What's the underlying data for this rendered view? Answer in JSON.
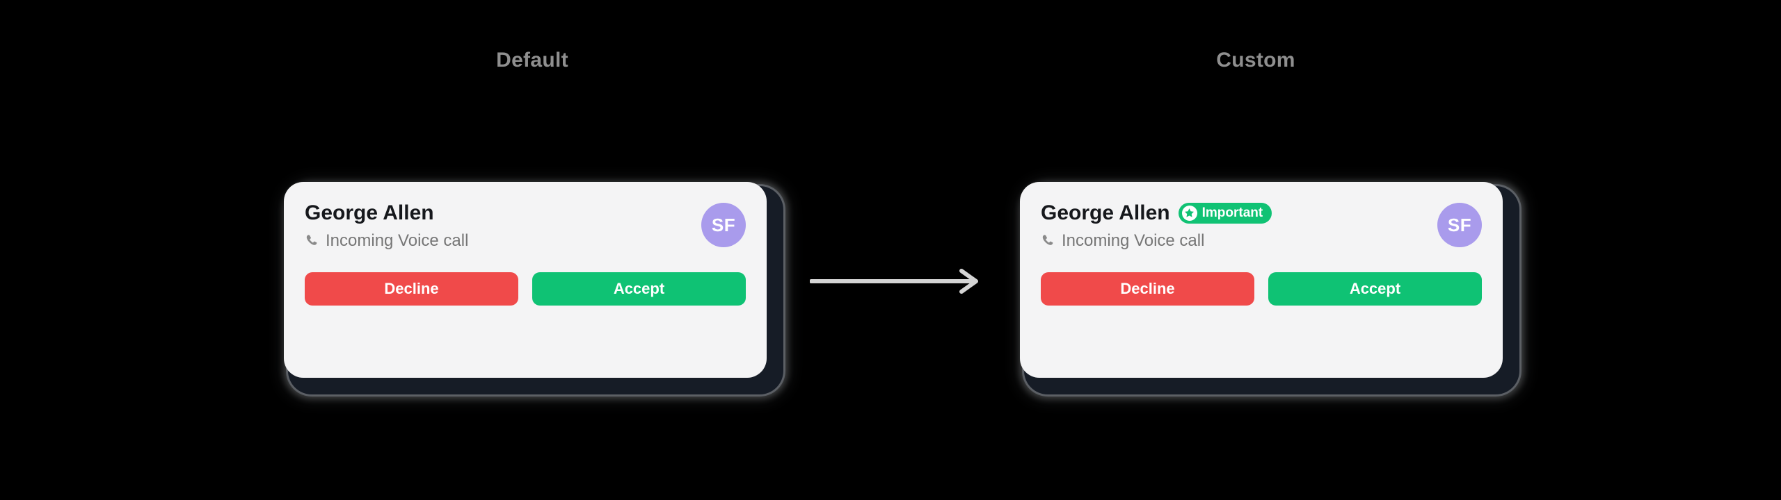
{
  "page": {
    "background_color": "#000000",
    "caption_color": "#8f8f8f"
  },
  "sections": {
    "default": {
      "caption": "Default"
    },
    "custom": {
      "caption": "Custom"
    }
  },
  "arrow": {
    "icon": "arrow-right-icon",
    "color": "#d4d4d4",
    "direction": "right"
  },
  "cards": {
    "default": {
      "caller_name": "George Allen",
      "status_icon": "phone-call-icon",
      "status_text": "Incoming Voice call",
      "avatar_initials": "SF",
      "avatar_color": "#a99bec",
      "badge": null,
      "buttons": {
        "decline_label": "Decline",
        "decline_color": "#f04a4a",
        "accept_label": "Accept",
        "accept_color": "#0fc274"
      },
      "surface_color": "#f4f4f5"
    },
    "custom": {
      "caller_name": "George Allen",
      "status_icon": "phone-call-icon",
      "status_text": "Incoming Voice call",
      "avatar_initials": "SF",
      "avatar_color": "#a99bec",
      "badge": {
        "label": "Important",
        "icon": "star-icon",
        "background_color": "#10c274",
        "text_color": "#ffffff"
      },
      "buttons": {
        "decline_label": "Decline",
        "decline_color": "#f04a4a",
        "accept_label": "Accept",
        "accept_color": "#0fc274"
      },
      "surface_color": "#f4f4f5"
    }
  }
}
